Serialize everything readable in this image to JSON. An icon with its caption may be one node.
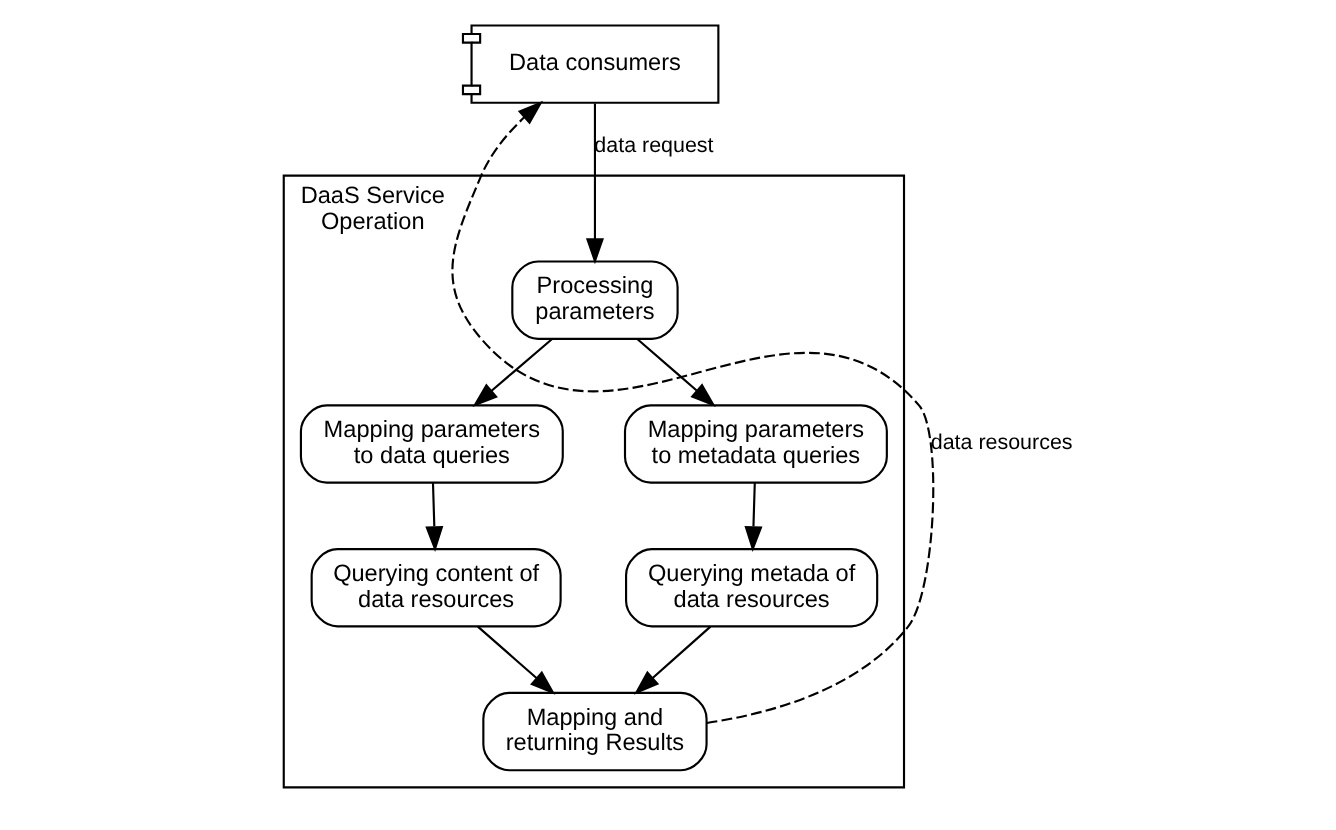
{
  "diagram": {
    "nodes": [
      {
        "text": [
          "DaaS Service Operation"
        ]
      },
      {
        "text": [
          "Data consumers"
        ]
      },
      {
        "text": [
          "Processing parameters"
        ],
        "in": 0
      },
      {
        "text": [
          "Mapping parameters to data queries"
        ],
        "in": 0
      },
      {
        "text": [
          "Mapping parameters to metadata queries"
        ],
        "in": 0
      },
      {
        "text": [
          "Querying content of data resources"
        ],
        "in": 0
      },
      {
        "text": [
          "Querying metada of data resources"
        ],
        "in": 0
      },
      {
        "text": [
          "Mapping and returning Results"
        ],
        "in": 0
      }
    ],
    "edges": [
      {
        "from": 1,
        "to": 2,
        "arrow": "to",
        "label": "data request"
      },
      {
        "from": 2,
        "to": 3,
        "arrow": "to"
      },
      {
        "from": 2,
        "to": 4,
        "arrow": "to"
      },
      {
        "from": 3,
        "to": 5,
        "arrow": "to"
      },
      {
        "from": 4,
        "to": 6,
        "arrow": "to"
      },
      {
        "from": 5,
        "to": 7,
        "arrow": "to"
      },
      {
        "from": 6,
        "to": 7,
        "arrow": "to"
      },
      {
        "from": 7,
        "to": 1,
        "arrow": "to",
        "style": "dashed",
        "label": "data resources"
      }
    ]
  }
}
